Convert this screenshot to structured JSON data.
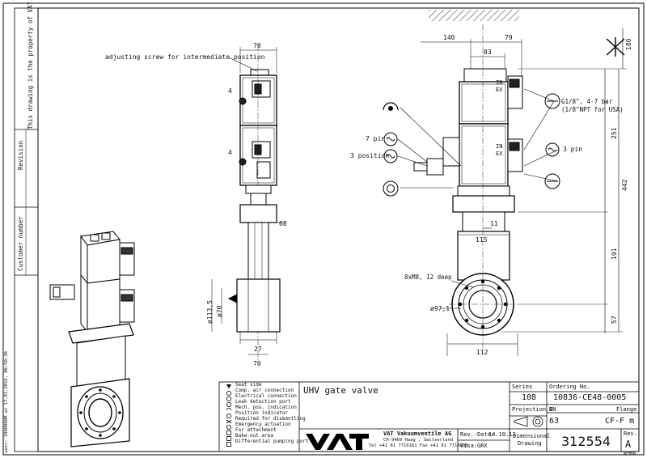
{
  "side_strip": {
    "property_notice": "This drawing is the property of VAT.",
    "revision_label": "Revision",
    "customer_label": "Customer number",
    "bottom_user": "user: 1000000M at 17.01.2016, 06:50:30"
  },
  "callouts": {
    "adjusting_screw": "adjusting screw for intermediate position",
    "pin7": "7 pin",
    "pos3": "3 position",
    "pin3": "3 pin",
    "port_g": "G1/8\", 4-7 bar",
    "port_npt": "(1/8\"NPT for USA)",
    "bolt_holes": "8xM8, 12 deep",
    "in_top": "IN",
    "ex_top": "EX",
    "in_bot": "IN",
    "ex_bot": "EX"
  },
  "dimensions": {
    "w70_top": "70",
    "d4_a": "4",
    "d4_b": "4",
    "d68": "68",
    "d113_5": "ø113,5",
    "d70_left": "ø70",
    "d27": "27",
    "w70_bottom": "70",
    "d140": "140",
    "d79": "79",
    "d83": "83",
    "d180": "180",
    "d251": "251",
    "d442": "442",
    "d191": "191",
    "d57": "57",
    "d11": "11",
    "d115": "115",
    "d97_1": "ø97,1",
    "d112": "112"
  },
  "legend": [
    "Seat side",
    "Comp. air connection",
    "Electrical connection",
    "Leak detection port",
    "Mech. pos. indication",
    "Position indicator",
    "Required for dismantling",
    "Emergency actuation",
    "For attachment",
    "Bake-out area",
    "Differential pumping port"
  ],
  "title_block": {
    "title": "UHV gate valve",
    "series_label": "Series",
    "series_value": "108",
    "ordering_label": "Ordering No.",
    "ordering_value": "10836-CE48-0005",
    "projection_label": "Projection E",
    "dn_label": "DN",
    "dn_value": "63",
    "flange_label": "Flange",
    "flange_value": "CF-F m",
    "company_name": "VAT Vakuumventile AG",
    "company_address": "CH-9469 Haag , Switzerland",
    "company_phone": "Tel +41 81 7716161 Fax +41 81 7714830",
    "logo_text": "VAT",
    "rev_date_label": "Rev.-Date:",
    "rev_date_value": "14.10.13",
    "visa_label": "Visa:",
    "visa_value": "GRX",
    "drawing_type_1": "Dimensional",
    "drawing_type_2": "Drawing",
    "drawing_number": "312554",
    "rev_label": "Rev.",
    "rev_value": "A",
    "sheet_footer": "WEMBA"
  }
}
